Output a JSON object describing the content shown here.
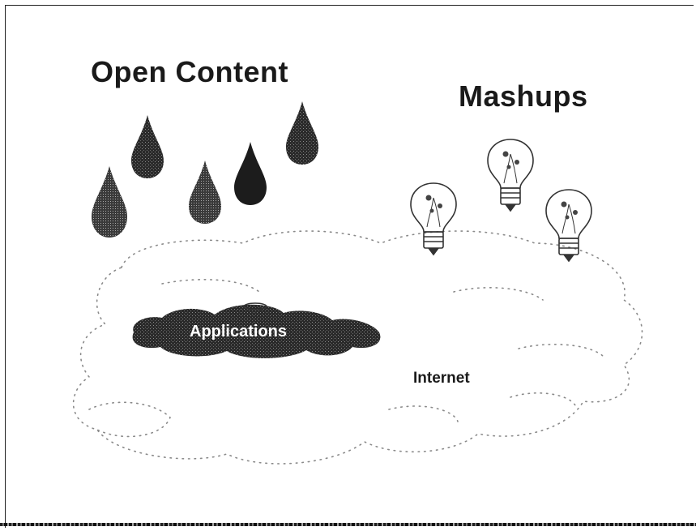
{
  "labels": {
    "open_content": "Open Content",
    "mashups": "Mashups",
    "applications": "Applications",
    "internet": "Internet"
  },
  "colors": {
    "text": "#1a1a1a",
    "drop_dark": "#1c1c1c",
    "drop_mid": "#555555",
    "cloud_dark": "#1a1a1a",
    "dots": "#888888"
  },
  "icons": {
    "drop": "raindrop-icon",
    "bulb": "lightbulb-icon"
  }
}
